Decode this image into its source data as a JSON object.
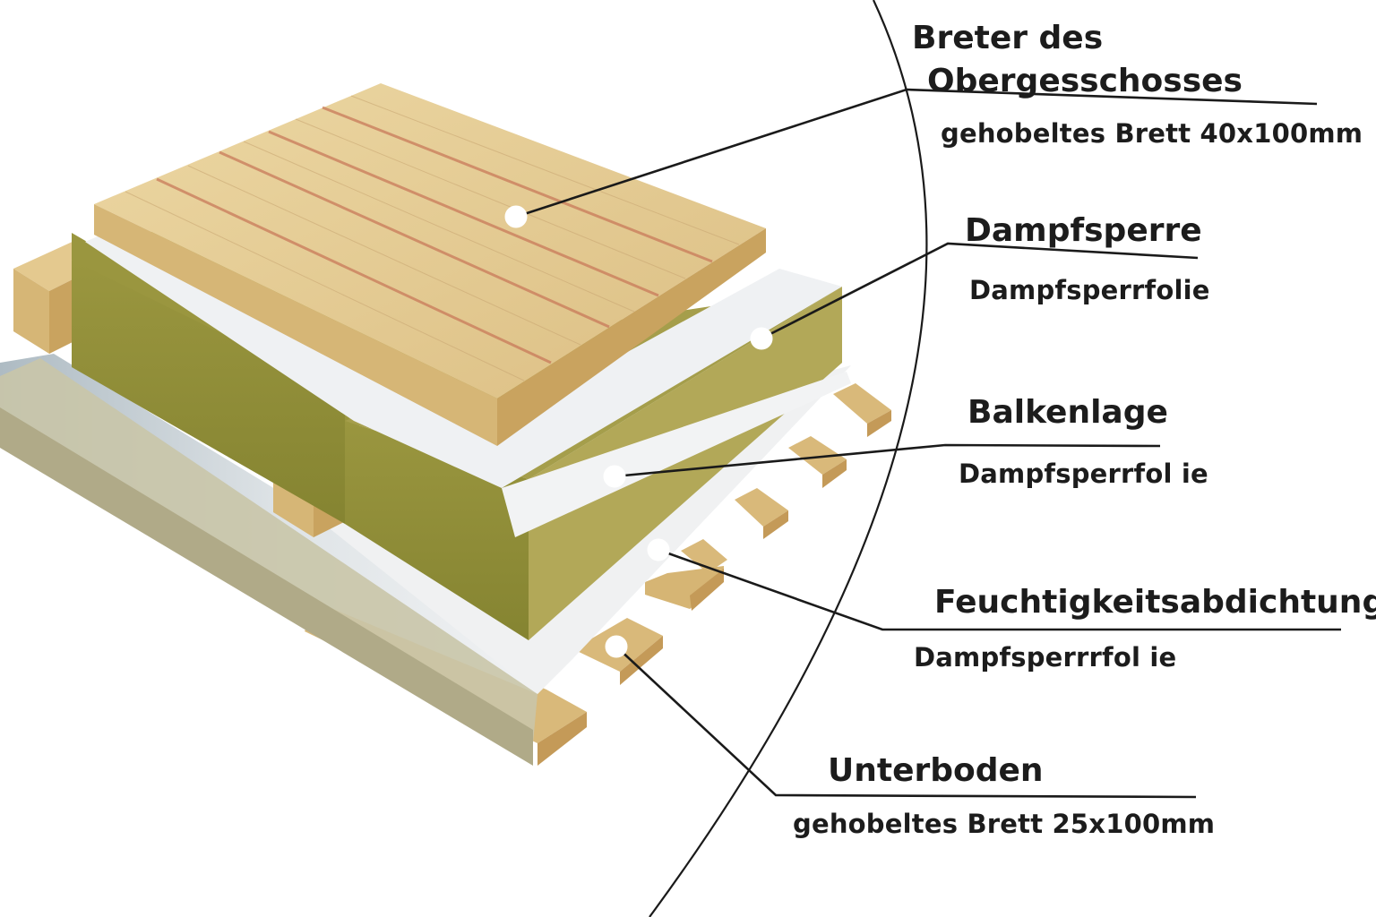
{
  "labels": [
    {
      "title_lines": [
        "Breter des",
        "Obergesschosses"
      ],
      "subtitle": "gehobeltes Brett 40x100mm"
    },
    {
      "title_lines": [
        "Dampfsperre"
      ],
      "subtitle": "Dampfsperrfolie"
    },
    {
      "title_lines": [
        "Balkenlage"
      ],
      "subtitle": "Dampfsperrfol ie"
    },
    {
      "title_lines": [
        "Feuchtigkeitsabdichtung"
      ],
      "subtitle": "Dampfsperrrfol ie"
    },
    {
      "title_lines": [
        "Unterboden"
      ],
      "subtitle": "gehobeltes Brett 25x100mm"
    }
  ],
  "colors": {
    "wood_light": "#e8cf98",
    "wood_mid": "#d9b97a",
    "wood_dark": "#c49a58",
    "wood_grain": "#c97a5a",
    "insulation_top": "#a9a24f",
    "insulation_front": "#8c8a36",
    "insulation_side": "#b2a858",
    "membrane": "#eef0f1",
    "membrane_shadow": "#b9c3c9",
    "line": "#1a1a1a"
  }
}
